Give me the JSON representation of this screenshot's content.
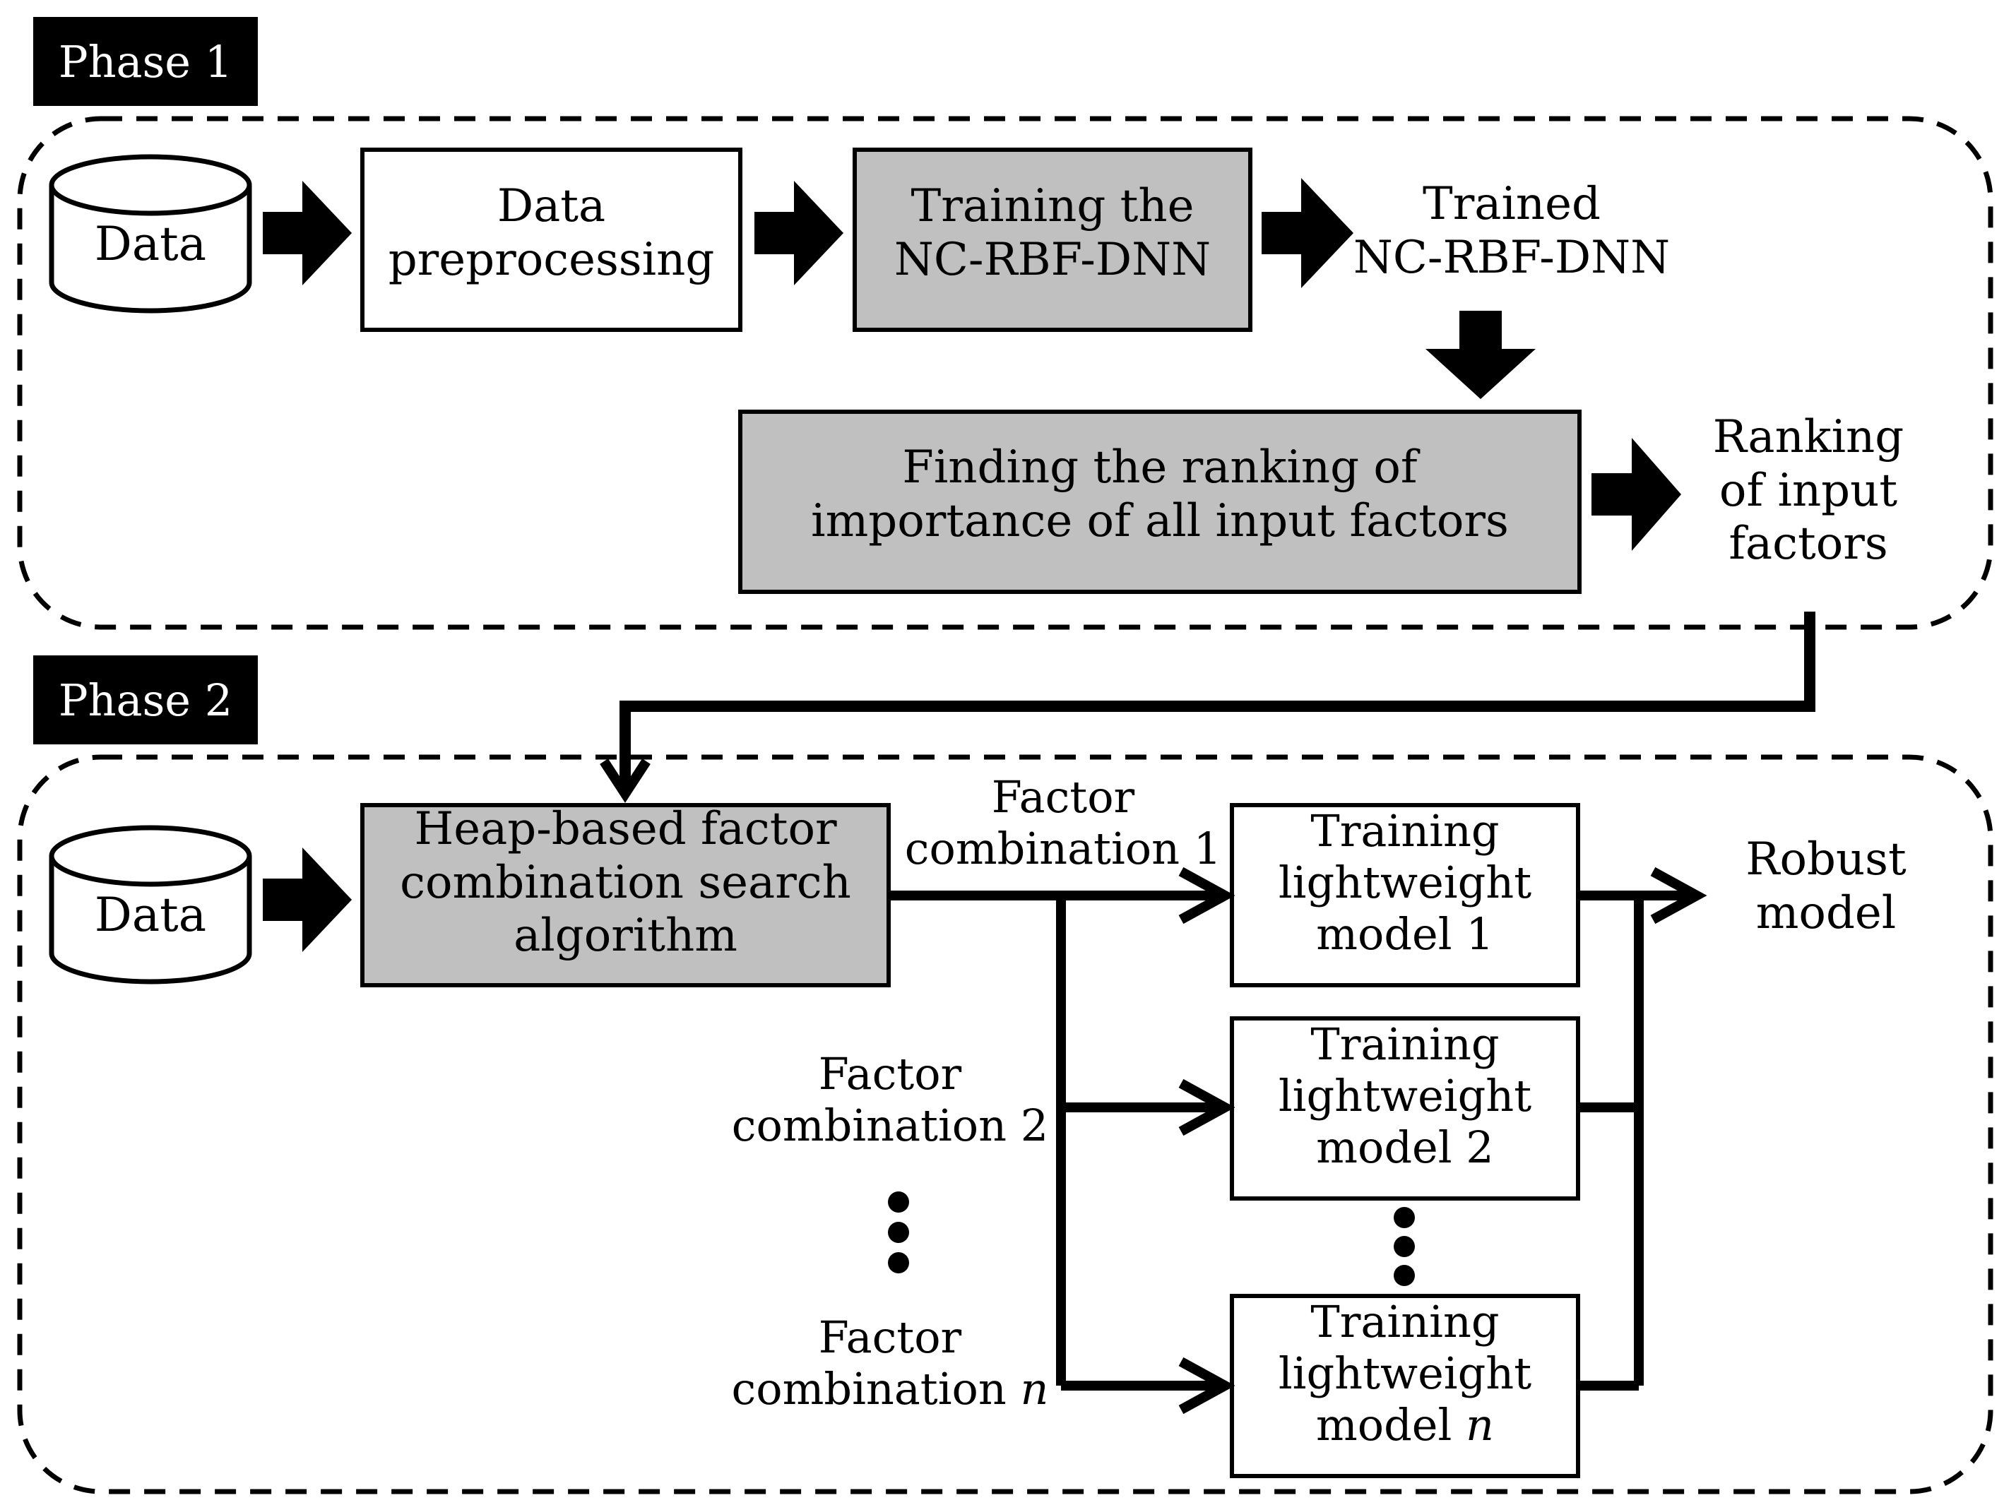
{
  "colors": {
    "box_fill_gray": "#c0c0c0",
    "stroke": "#000000",
    "phase_tag_bg": "#000000",
    "phase_tag_text": "#ffffff"
  },
  "phase1": {
    "tag": "Phase 1",
    "data_label": "Data",
    "preprocessing": [
      "Data",
      "preprocessing"
    ],
    "training": [
      "Training the",
      "NC-RBF-DNN"
    ],
    "trained": [
      "Trained",
      "NC-RBF-DNN"
    ],
    "finding": [
      "Finding the ranking of",
      "importance of all input factors"
    ],
    "ranking": [
      "Ranking",
      "of input",
      "factors"
    ]
  },
  "phase2": {
    "tag": "Phase 2",
    "data_label": "Data",
    "heap": [
      "Heap-based factor",
      "combination search",
      "algorithm"
    ],
    "factor1": [
      "Factor",
      "combination 1"
    ],
    "factor2": [
      "Factor",
      "combination 2"
    ],
    "factorn": [
      "Factor",
      "combination ",
      "n"
    ],
    "model1": [
      "Training",
      "lightweight",
      "model 1"
    ],
    "model2": [
      "Training",
      "lightweight",
      "model 2"
    ],
    "modeln": [
      "Training",
      "lightweight",
      "model ",
      "n"
    ],
    "robust": [
      "Robust",
      "model"
    ]
  }
}
